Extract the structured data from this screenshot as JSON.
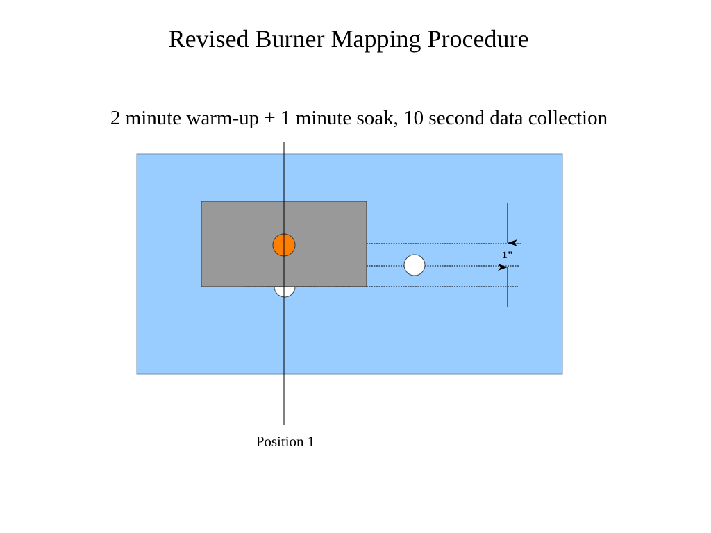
{
  "slide": {
    "title": "Revised Burner Mapping Procedure",
    "subtitle": "2 minute warm-up + 1 minute soak, 10 second data collection"
  },
  "diagram": {
    "dimension_label": "1\"",
    "position_label": "Position 1",
    "colors": {
      "background_plate": "#99ccff",
      "burner_block": "#999999",
      "active_point": "#ff8000",
      "inactive_point": "#ffffff",
      "lines": "#000000"
    }
  }
}
